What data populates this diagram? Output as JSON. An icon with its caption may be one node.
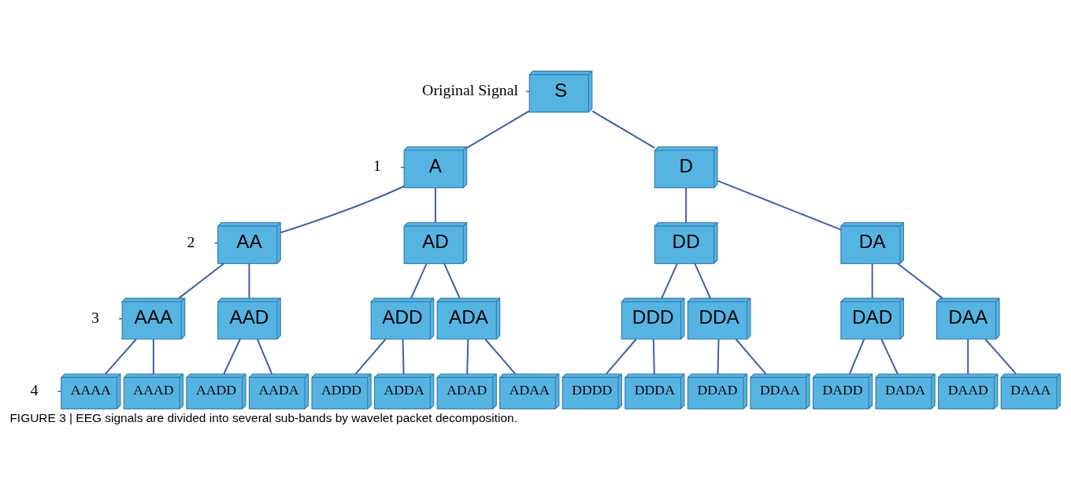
{
  "diagram": {
    "caption": "FIGURE 3 | EEG signals are divided into several sub-bands by wavelet packet decomposition.",
    "nodes": [
      {
        "text": [
          "Original Signal"
        ]
      },
      {
        "text": [
          "S"
        ]
      },
      {
        "text": [
          "1"
        ]
      },
      {
        "text": [
          "A"
        ]
      },
      {
        "text": [
          "D"
        ]
      },
      {
        "text": [
          "2"
        ]
      },
      {
        "text": [
          "AA"
        ]
      },
      {
        "text": [
          "AD"
        ]
      },
      {
        "text": [
          "DA"
        ]
      },
      {
        "text": [
          "DD"
        ]
      },
      {
        "text": [
          "3"
        ]
      },
      {
        "text": [
          "AAA"
        ]
      },
      {
        "text": [
          "AAD"
        ]
      },
      {
        "text": [
          "ADA"
        ]
      },
      {
        "text": [
          "ADD"
        ]
      },
      {
        "text": [
          "DAA"
        ]
      },
      {
        "text": [
          "DAD"
        ]
      },
      {
        "text": [
          "DDA"
        ]
      },
      {
        "text": [
          "DDD"
        ]
      },
      {
        "text": [
          "4"
        ]
      },
      {
        "text": [
          "AAAA"
        ]
      },
      {
        "text": [
          "AAAD"
        ]
      },
      {
        "text": [
          "AADA"
        ]
      },
      {
        "text": [
          "AADD"
        ]
      },
      {
        "text": [
          "ADAA"
        ]
      },
      {
        "text": [
          "ADAD"
        ]
      },
      {
        "text": [
          "ADDA"
        ]
      },
      {
        "text": [
          "ADDD"
        ]
      },
      {
        "text": [
          "DAAA"
        ]
      },
      {
        "text": [
          "DAAD"
        ]
      },
      {
        "text": [
          "DADA"
        ]
      },
      {
        "text": [
          "DADD"
        ]
      },
      {
        "text": [
          "DDAA"
        ]
      },
      {
        "text": [
          "DDAD"
        ]
      },
      {
        "text": [
          "DDDA"
        ]
      },
      {
        "text": [
          "DDDD"
        ]
      }
    ],
    "edges": [
      {
        "from": 0,
        "to": 1,
        "arrow": "none",
        "style": "dashed"
      },
      {
        "from": 2,
        "to": 3,
        "arrow": "none",
        "style": "dashed"
      },
      {
        "from": 5,
        "to": 6,
        "arrow": "none",
        "style": "dashed"
      },
      {
        "from": 10,
        "to": 11,
        "arrow": "none",
        "style": "dashed"
      },
      {
        "from": 19,
        "to": 20,
        "arrow": "none",
        "style": "dashed"
      },
      {
        "from": 1,
        "to": 3,
        "arrow": "none"
      },
      {
        "from": 1,
        "to": 4,
        "arrow": "none"
      },
      {
        "from": 3,
        "to": 6,
        "arrow": "none"
      },
      {
        "from": 3,
        "to": 7,
        "arrow": "none"
      },
      {
        "from": 4,
        "to": 8,
        "arrow": "none"
      },
      {
        "from": 4,
        "to": 9,
        "arrow": "none"
      },
      {
        "from": 6,
        "to": 11,
        "arrow": "none"
      },
      {
        "from": 6,
        "to": 12,
        "arrow": "none"
      },
      {
        "from": 7,
        "to": 13,
        "arrow": "none"
      },
      {
        "from": 7,
        "to": 14,
        "arrow": "none"
      },
      {
        "from": 8,
        "to": 15,
        "arrow": "none"
      },
      {
        "from": 8,
        "to": 16,
        "arrow": "none"
      },
      {
        "from": 9,
        "to": 17,
        "arrow": "none"
      },
      {
        "from": 9,
        "to": 18,
        "arrow": "none"
      },
      {
        "from": 11,
        "to": 20,
        "arrow": "none"
      },
      {
        "from": 11,
        "to": 21,
        "arrow": "none"
      },
      {
        "from": 12,
        "to": 22,
        "arrow": "none"
      },
      {
        "from": 12,
        "to": 23,
        "arrow": "none"
      },
      {
        "from": 13,
        "to": 24,
        "arrow": "none"
      },
      {
        "from": 13,
        "to": 25,
        "arrow": "none"
      },
      {
        "from": 14,
        "to": 26,
        "arrow": "none"
      },
      {
        "from": 14,
        "to": 27,
        "arrow": "none"
      },
      {
        "from": 15,
        "to": 28,
        "arrow": "none"
      },
      {
        "from": 15,
        "to": 29,
        "arrow": "none"
      },
      {
        "from": 16,
        "to": 30,
        "arrow": "none"
      },
      {
        "from": 16,
        "to": 31,
        "arrow": "none"
      },
      {
        "from": 17,
        "to": 32,
        "arrow": "none"
      },
      {
        "from": 17,
        "to": 33,
        "arrow": "none"
      },
      {
        "from": 18,
        "to": 34,
        "arrow": "none"
      },
      {
        "from": 18,
        "to": 35,
        "arrow": "none"
      }
    ]
  }
}
